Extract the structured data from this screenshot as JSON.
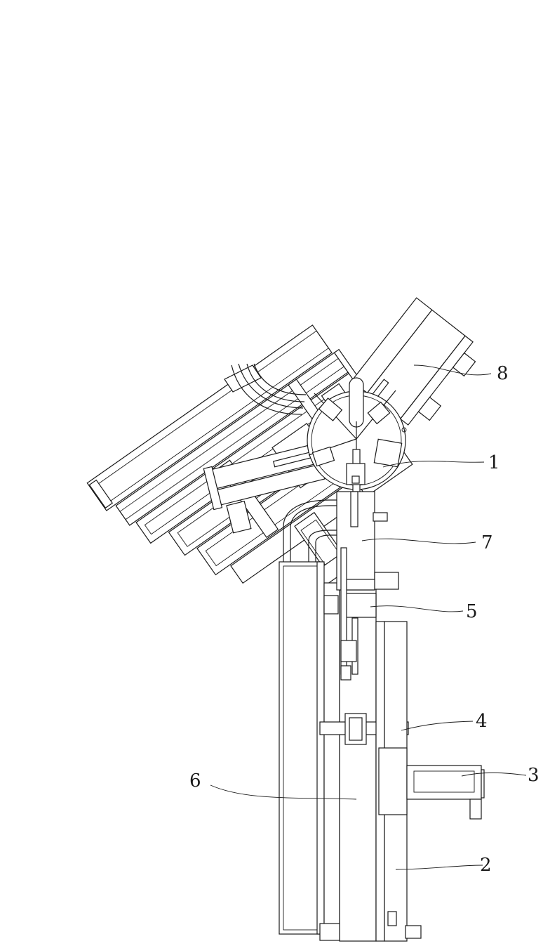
{
  "figure": {
    "callouts": [
      {
        "id": "c8",
        "label": "8"
      },
      {
        "id": "c1",
        "label": "1"
      },
      {
        "id": "c7",
        "label": "7"
      },
      {
        "id": "c5",
        "label": "5"
      },
      {
        "id": "c4",
        "label": "4"
      },
      {
        "id": "c3",
        "label": "3"
      },
      {
        "id": "c6",
        "label": "6"
      },
      {
        "id": "c2",
        "label": "2"
      }
    ]
  }
}
